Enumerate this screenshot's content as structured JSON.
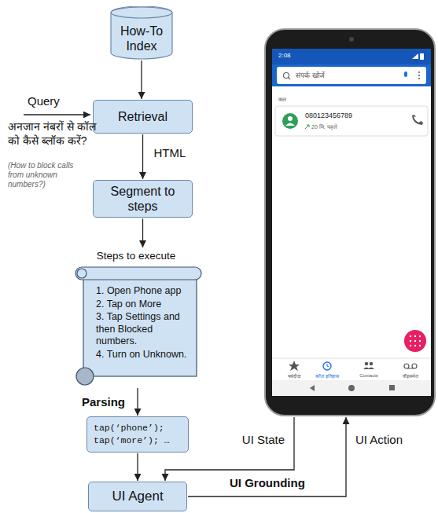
{
  "diagram": {
    "nodes": [
      {
        "text": [
          "How-To Index"
        ]
      },
      {
        "text": [
          "Retrieval"
        ]
      },
      {
        "text": [
          "Segment to steps"
        ]
      },
      {
        "text": [
          "Steps to execute",
          "1. Open Phone app",
          "2. Tap on More",
          "3. Tap Settings and then Blocked numbers.",
          "4. Turn on Unknown."
        ]
      },
      {
        "text": [
          "tap(‘phone’); tap(‘more’); …"
        ]
      },
      {
        "text": [
          "UI Agent"
        ]
      },
      {
        "text": [
          "2:08",
          "संपर्क खोजें",
          "कल",
          "080123456789",
          "20 मि. पहले",
          "पसंदीदा",
          "कॉल इतिहास",
          "Contacts",
          "वॉइसमेल"
        ]
      }
    ],
    "edges": [
      {
        "from": 0,
        "to": 1,
        "arrow": "to"
      },
      {
        "from": 1,
        "to": 2,
        "arrow": "to",
        "label": "HTML"
      },
      {
        "from": 2,
        "to": 3,
        "arrow": "to"
      },
      {
        "from": 3,
        "to": 4,
        "arrow": "to",
        "label": "Parsing"
      },
      {
        "from": 4,
        "to": 5,
        "arrow": "to"
      },
      {
        "from": 6,
        "to": 5,
        "arrow": "to",
        "label": "UI State"
      },
      {
        "from": 5,
        "to": 6,
        "arrow": "to",
        "label": "UI Action"
      }
    ],
    "labels": [
      "Query",
      "अनजान नंबरों से कॉल को कैसे ब्लॉक करें?",
      "(How to block calls from unknown numbers?)",
      "UI Grounding"
    ]
  }
}
